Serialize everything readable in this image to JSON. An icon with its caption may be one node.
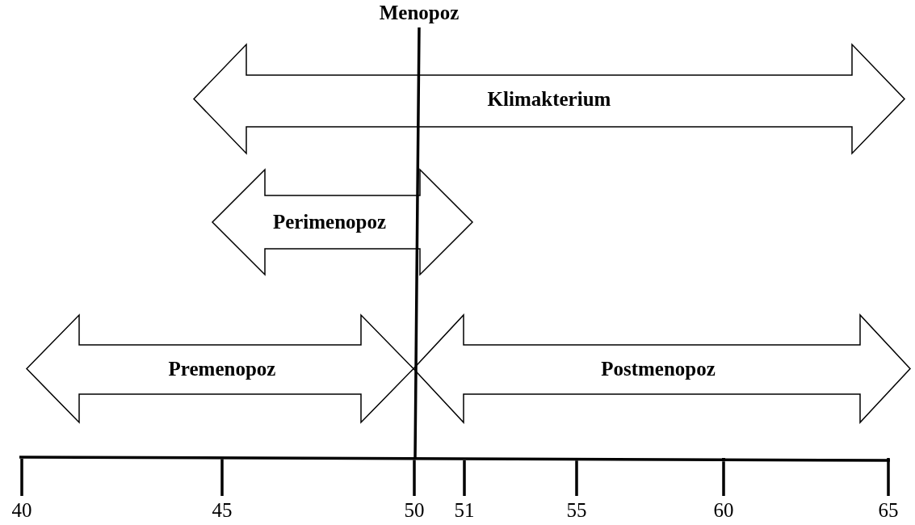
{
  "diagram": {
    "nodes": [
      {
        "text": [
          "Klimakterium"
        ]
      },
      {
        "text": [
          "Perimenopoz"
        ]
      },
      {
        "text": [
          "Premenopoz"
        ]
      },
      {
        "text": [
          "Postmenopoz"
        ]
      }
    ],
    "edges": [],
    "labels": [
      "Menopoz",
      "40",
      "45",
      "50",
      "51",
      "55",
      "60",
      "65"
    ]
  }
}
